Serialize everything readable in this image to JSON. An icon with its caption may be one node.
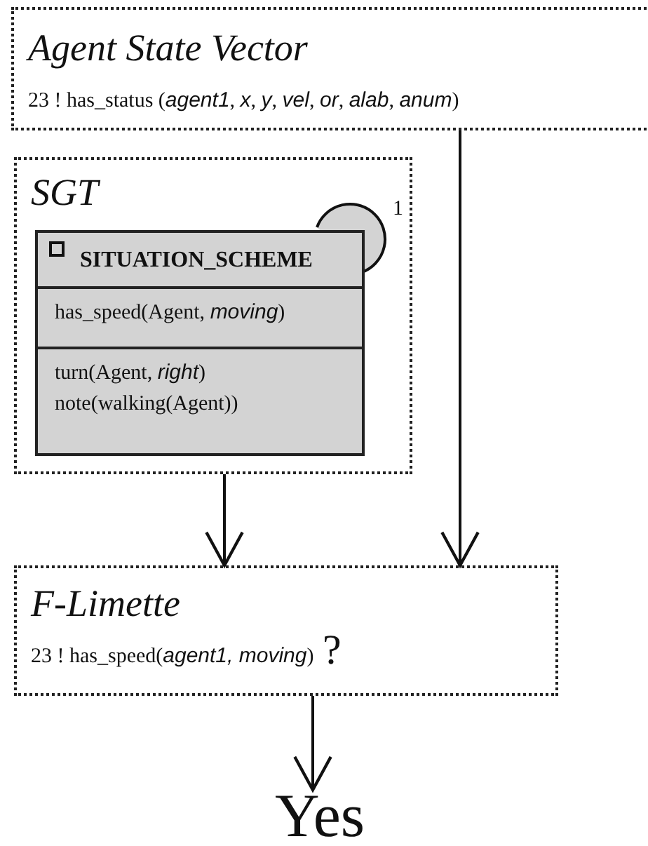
{
  "diagram": {
    "nodes": [
      {
        "text": [
          "Agent State Vector",
          "23 ! has_status (*agent1*, *x*, *y*, *vel*, *or*, *alab*, *anum*)"
        ]
      },
      {
        "text": [
          "SGT"
        ]
      },
      {
        "text": [
          "SITUATION_SCHEME",
          "has_speed(Agent, *moving*)",
          "turn(Agent, *right*)",
          "note(walking(Agent))"
        ],
        "in": 1
      },
      {
        "text": [
          "F-Limette",
          "23 ! has_speed(*agent1, moving*)",
          "?"
        ]
      },
      {
        "text": [
          "Yes"
        ]
      }
    ],
    "edges": [
      {
        "from": 2,
        "to": 2,
        "arrow": "none",
        "label": "1"
      },
      {
        "from": 1,
        "to": 3,
        "arrow": "to"
      },
      {
        "from": 0,
        "to": 3,
        "arrow": "to"
      },
      {
        "from": 3,
        "to": 4,
        "arrow": "to"
      }
    ]
  }
}
